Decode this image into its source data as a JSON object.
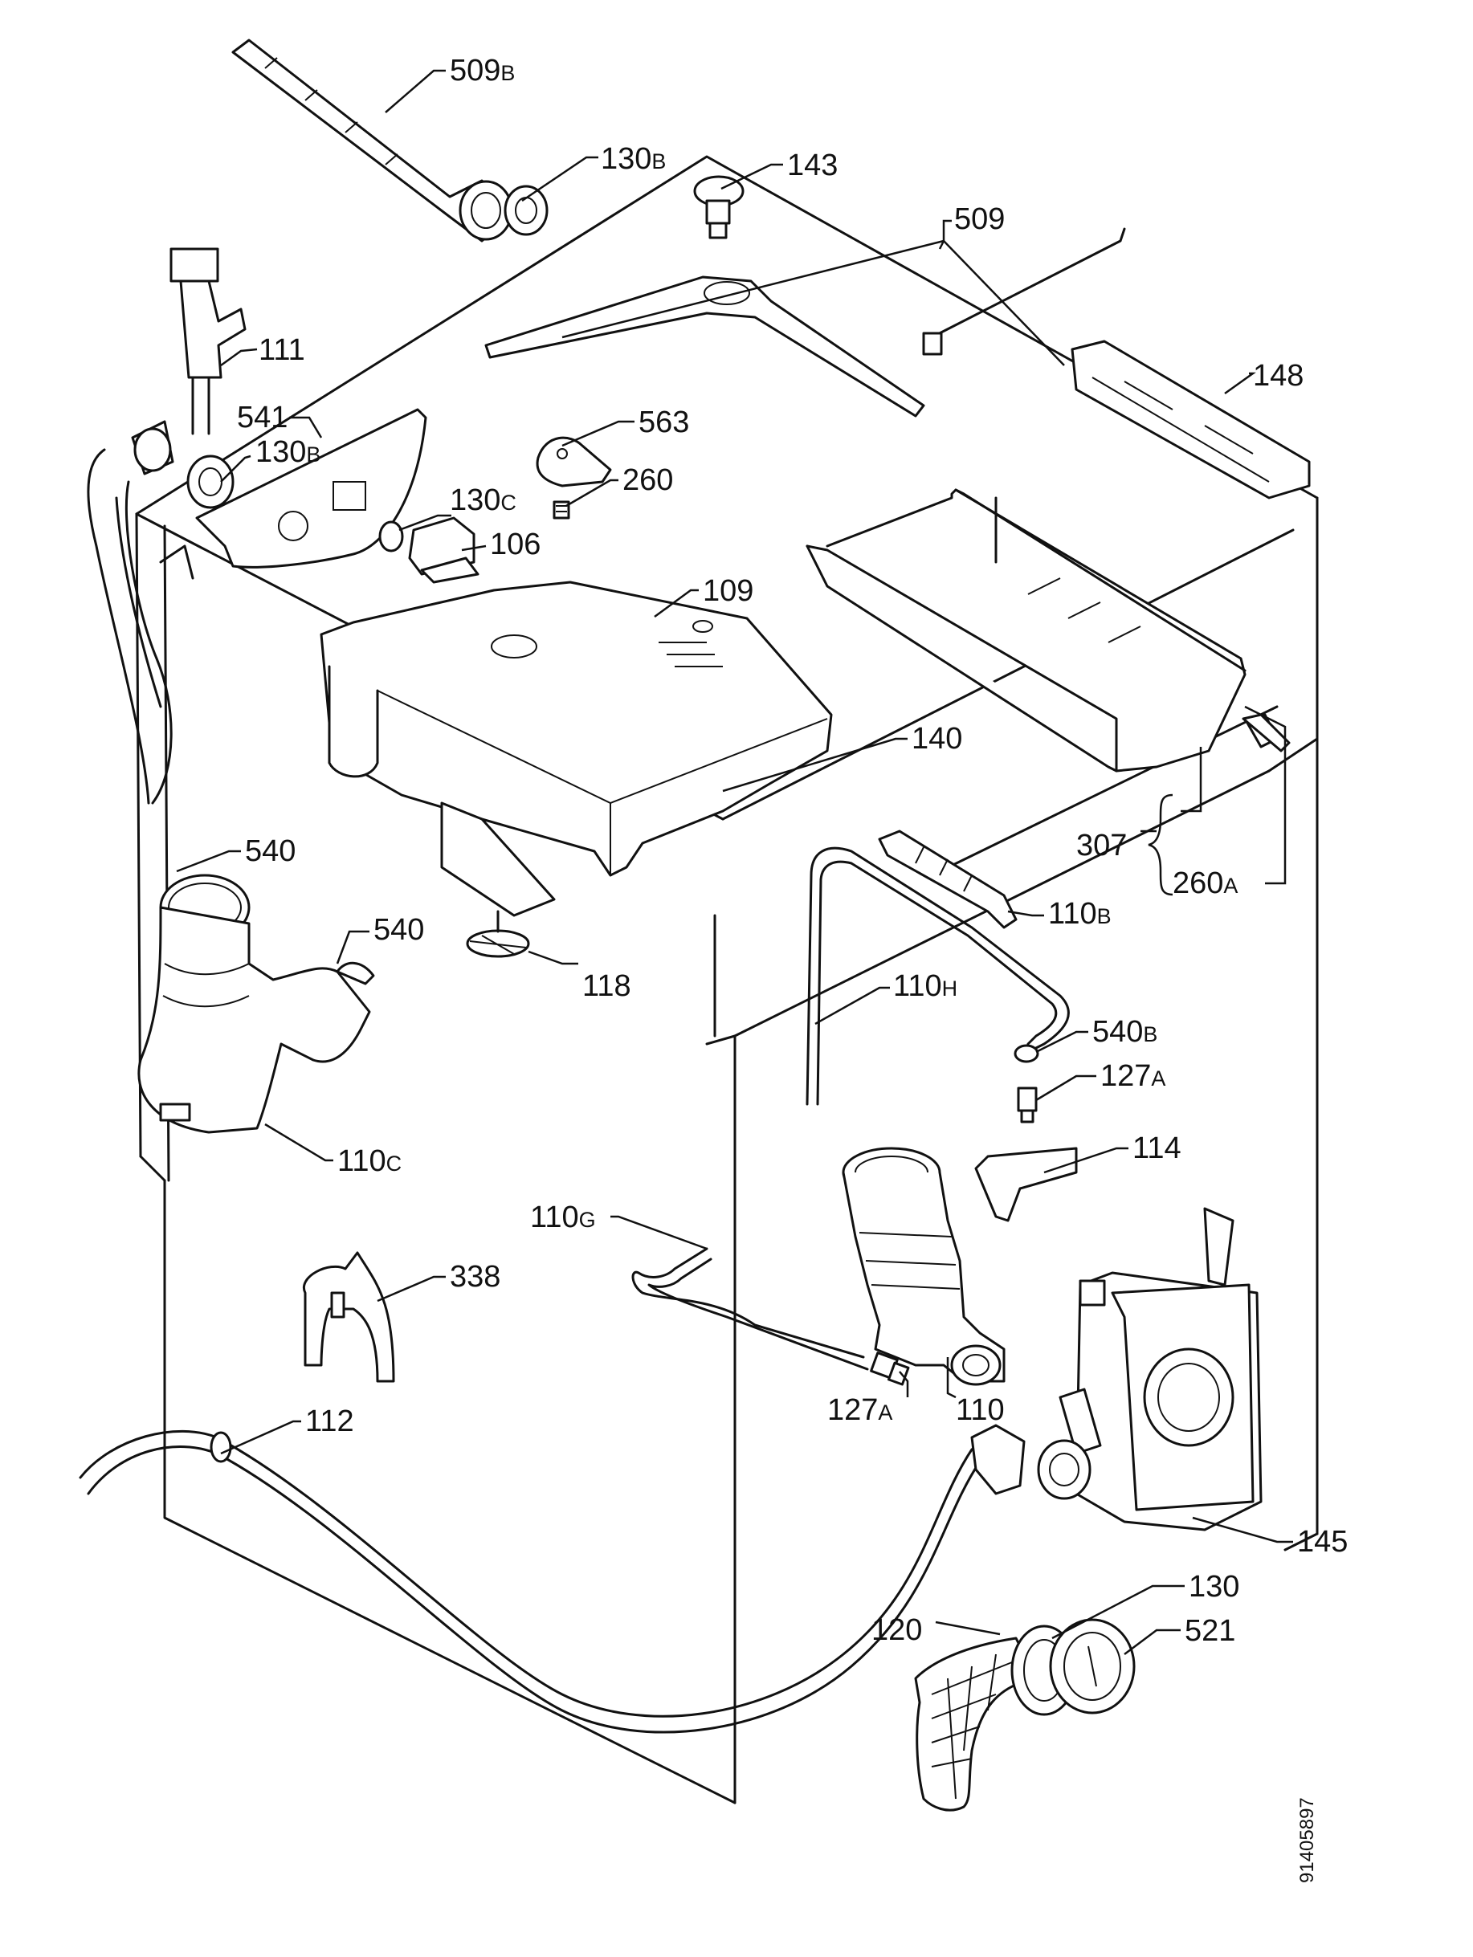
{
  "drawing_code": "91405897",
  "labels": {
    "l509B": {
      "main": "509",
      "sub": "B"
    },
    "l130B_top": {
      "main": "130",
      "sub": "B"
    },
    "l143": {
      "main": "143",
      "sub": ""
    },
    "l509": {
      "main": "509",
      "sub": ""
    },
    "l111": {
      "main": "111",
      "sub": ""
    },
    "l148": {
      "main": "148",
      "sub": ""
    },
    "l541": {
      "main": "541",
      "sub": ""
    },
    "l563": {
      "main": "563",
      "sub": ""
    },
    "l130B_mid": {
      "main": "130",
      "sub": "B"
    },
    "l260": {
      "main": "260",
      "sub": ""
    },
    "l130C": {
      "main": "130",
      "sub": "C"
    },
    "l106": {
      "main": "106",
      "sub": ""
    },
    "l109": {
      "main": "109",
      "sub": ""
    },
    "l140": {
      "main": "140",
      "sub": ""
    },
    "l540_a": {
      "main": "540",
      "sub": ""
    },
    "l307": {
      "main": "307",
      "sub": ""
    },
    "l260A": {
      "main": "260",
      "sub": "A"
    },
    "l110B": {
      "main": "110",
      "sub": "B"
    },
    "l540_b": {
      "main": "540",
      "sub": ""
    },
    "l118": {
      "main": "118",
      "sub": ""
    },
    "l110H": {
      "main": "110",
      "sub": "H"
    },
    "l540B": {
      "main": "540",
      "sub": "B"
    },
    "l127A_a": {
      "main": "127",
      "sub": "A"
    },
    "l110C": {
      "main": "110",
      "sub": "C"
    },
    "l114": {
      "main": "114",
      "sub": ""
    },
    "l110G": {
      "main": "110",
      "sub": "G"
    },
    "l338": {
      "main": "338",
      "sub": ""
    },
    "l127A_b": {
      "main": "127",
      "sub": "A"
    },
    "l110": {
      "main": "110",
      "sub": ""
    },
    "l112": {
      "main": "112",
      "sub": ""
    },
    "l145": {
      "main": "145",
      "sub": ""
    },
    "l130": {
      "main": "130",
      "sub": ""
    },
    "l120": {
      "main": "120",
      "sub": ""
    },
    "l521": {
      "main": "521",
      "sub": ""
    }
  }
}
